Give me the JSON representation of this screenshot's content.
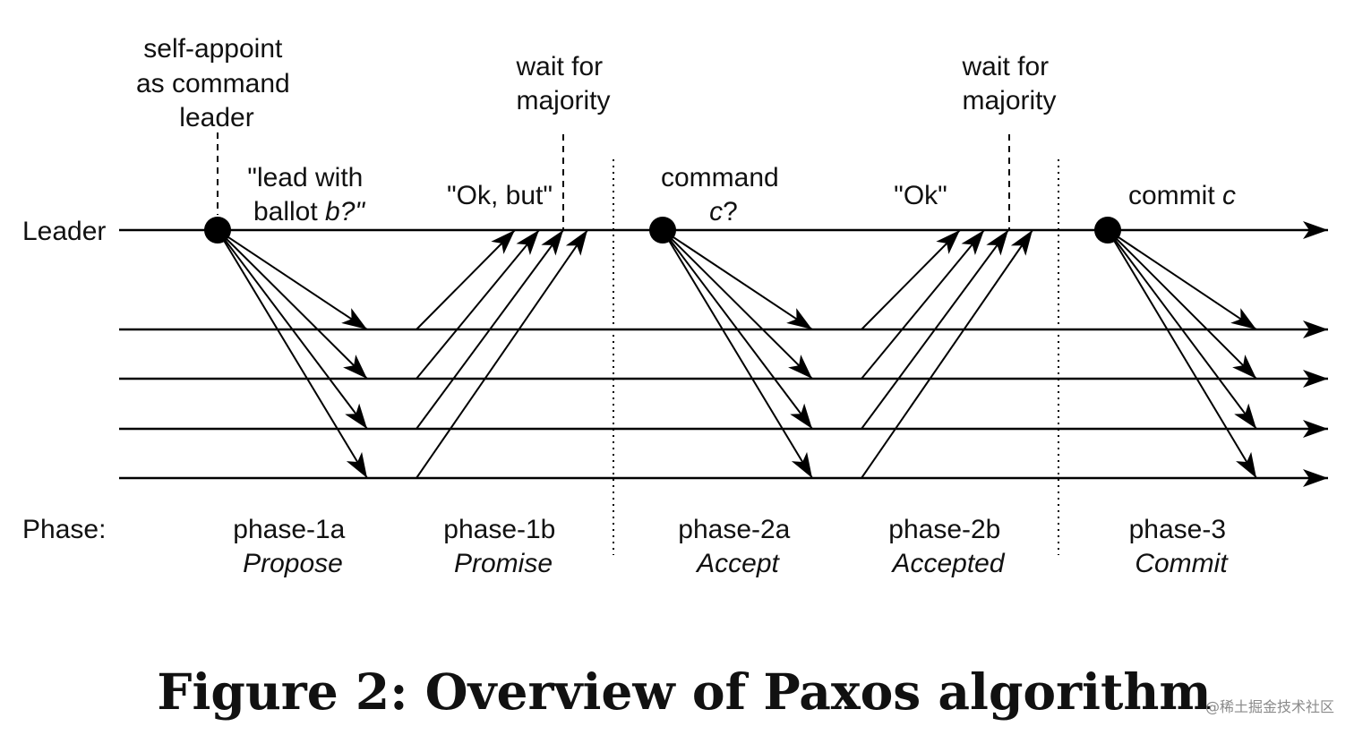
{
  "annotations": {
    "self_appoint": [
      "self-appoint",
      "as command",
      "leader"
    ],
    "wait_majority_1": [
      "wait for",
      "majority"
    ],
    "wait_majority_2": [
      "wait for",
      "majority"
    ]
  },
  "messages": {
    "lead_line1": "\"lead with",
    "lead_line2_prefix": "ballot ",
    "lead_line2_italic": "b?\"",
    "ok_but": "\"Ok, but\"",
    "command_line1": "command",
    "command_line2_italic": "c",
    "command_line2_suffix": "?",
    "ok": "\"Ok\"",
    "commit_prefix": "commit ",
    "commit_italic": "c"
  },
  "rows": {
    "leader": "Leader",
    "phase_header": "Phase:"
  },
  "phases": [
    {
      "name": "phase-1a",
      "label": "Propose"
    },
    {
      "name": "phase-1b",
      "label": "Promise"
    },
    {
      "name": "phase-2a",
      "label": "Accept"
    },
    {
      "name": "phase-2b",
      "label": "Accepted"
    },
    {
      "name": "phase-3",
      "label": "Commit"
    }
  ],
  "caption": "Figure 2: Overview of Paxos algorithm",
  "watermark": "@稀土掘金技术社区"
}
